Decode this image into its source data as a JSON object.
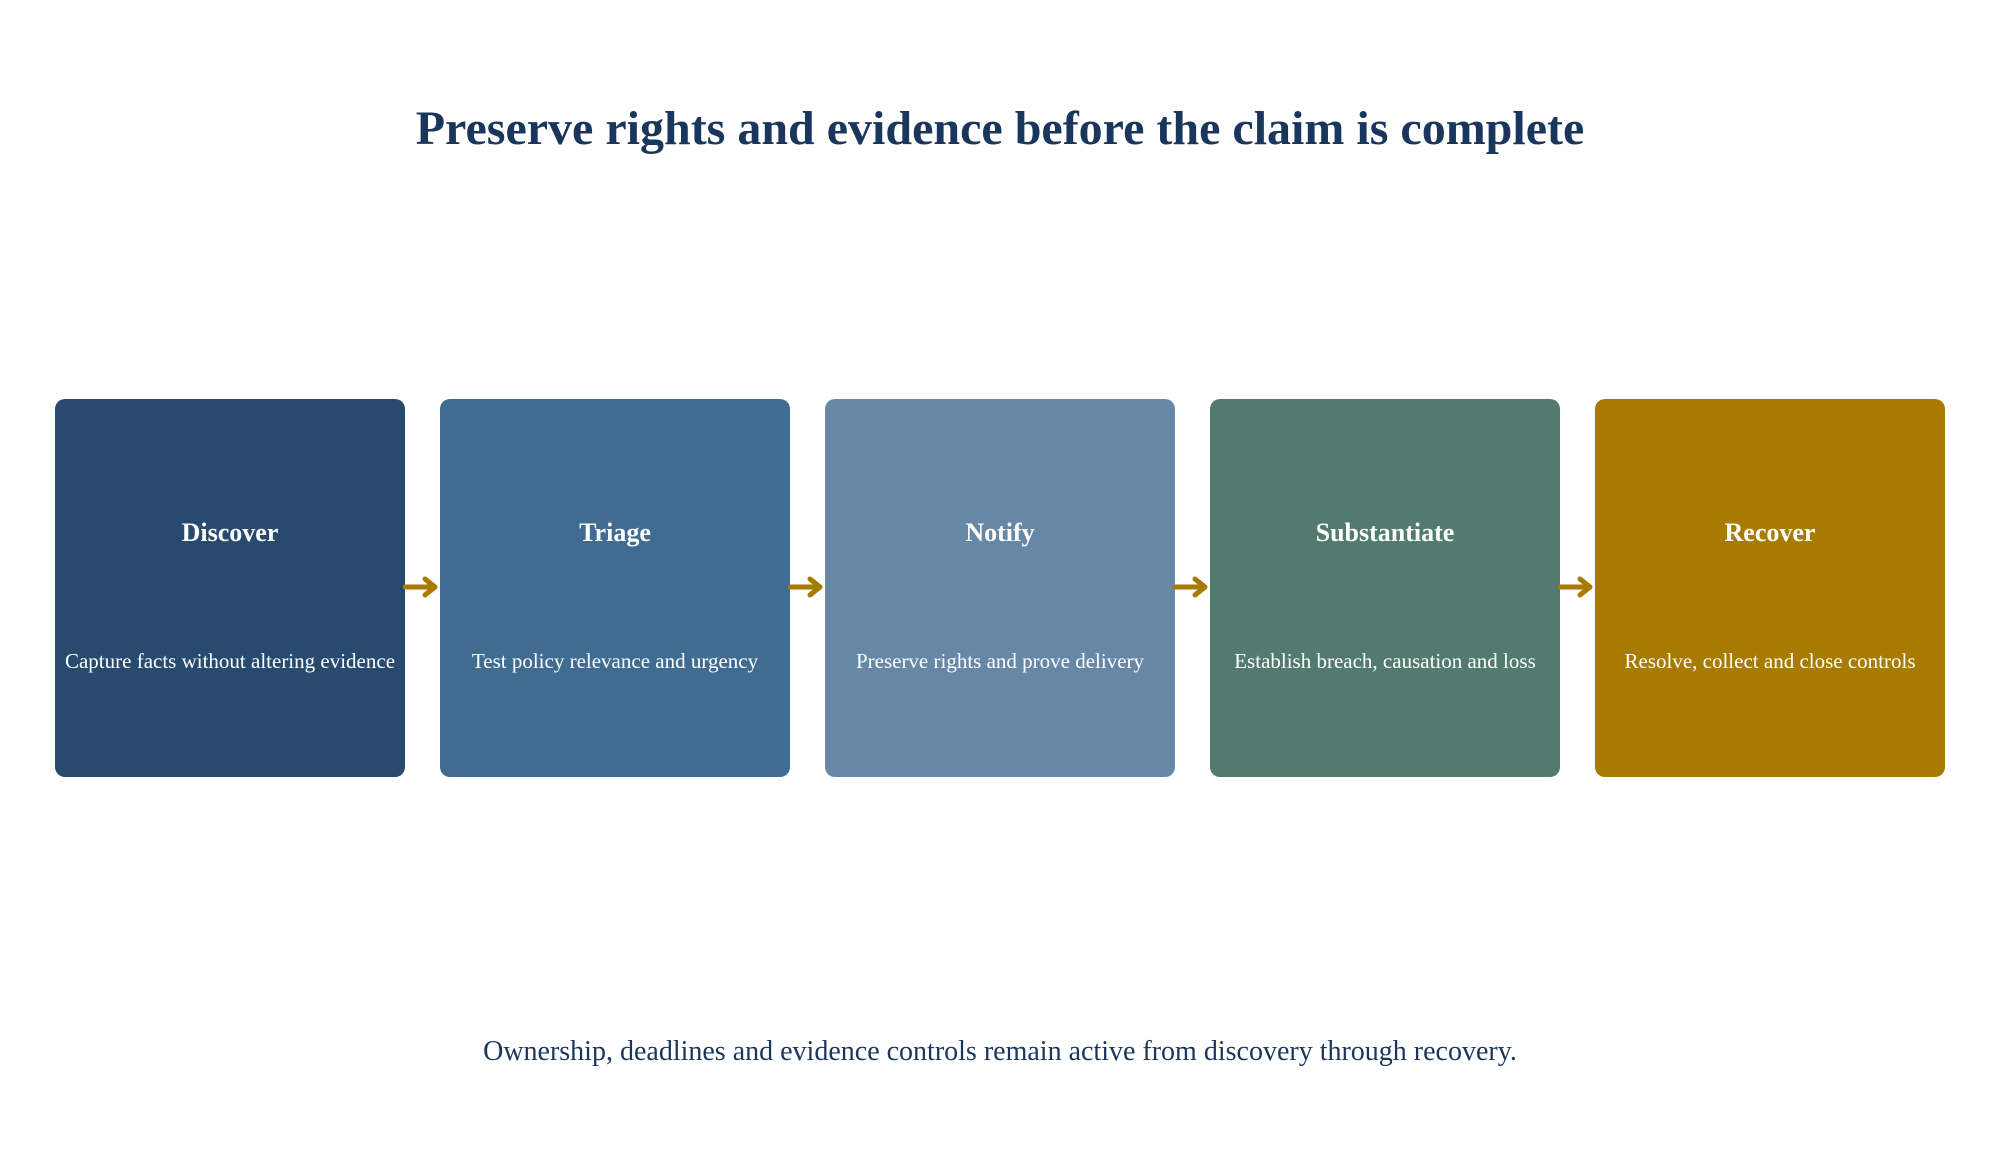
{
  "title": "Preserve rights and evidence before the claim is complete",
  "steps": [
    {
      "title": "Discover",
      "description": "Capture facts without altering evidence",
      "color": "#284a6e"
    },
    {
      "title": "Triage",
      "description": "Test policy relevance and urgency",
      "color": "#416c91"
    },
    {
      "title": "Notify",
      "description": "Preserve rights and prove delivery",
      "color": "#6687a6"
    },
    {
      "title": "Substantiate",
      "description": "Establish breach, causation and loss",
      "color": "#527a6f"
    },
    {
      "title": "Recover",
      "description": "Resolve, collect and close controls",
      "color": "#a67b00"
    }
  ],
  "arrow_color": "#a67b00",
  "footer": "Ownership, deadlines and evidence controls remain active from discovery through recovery."
}
